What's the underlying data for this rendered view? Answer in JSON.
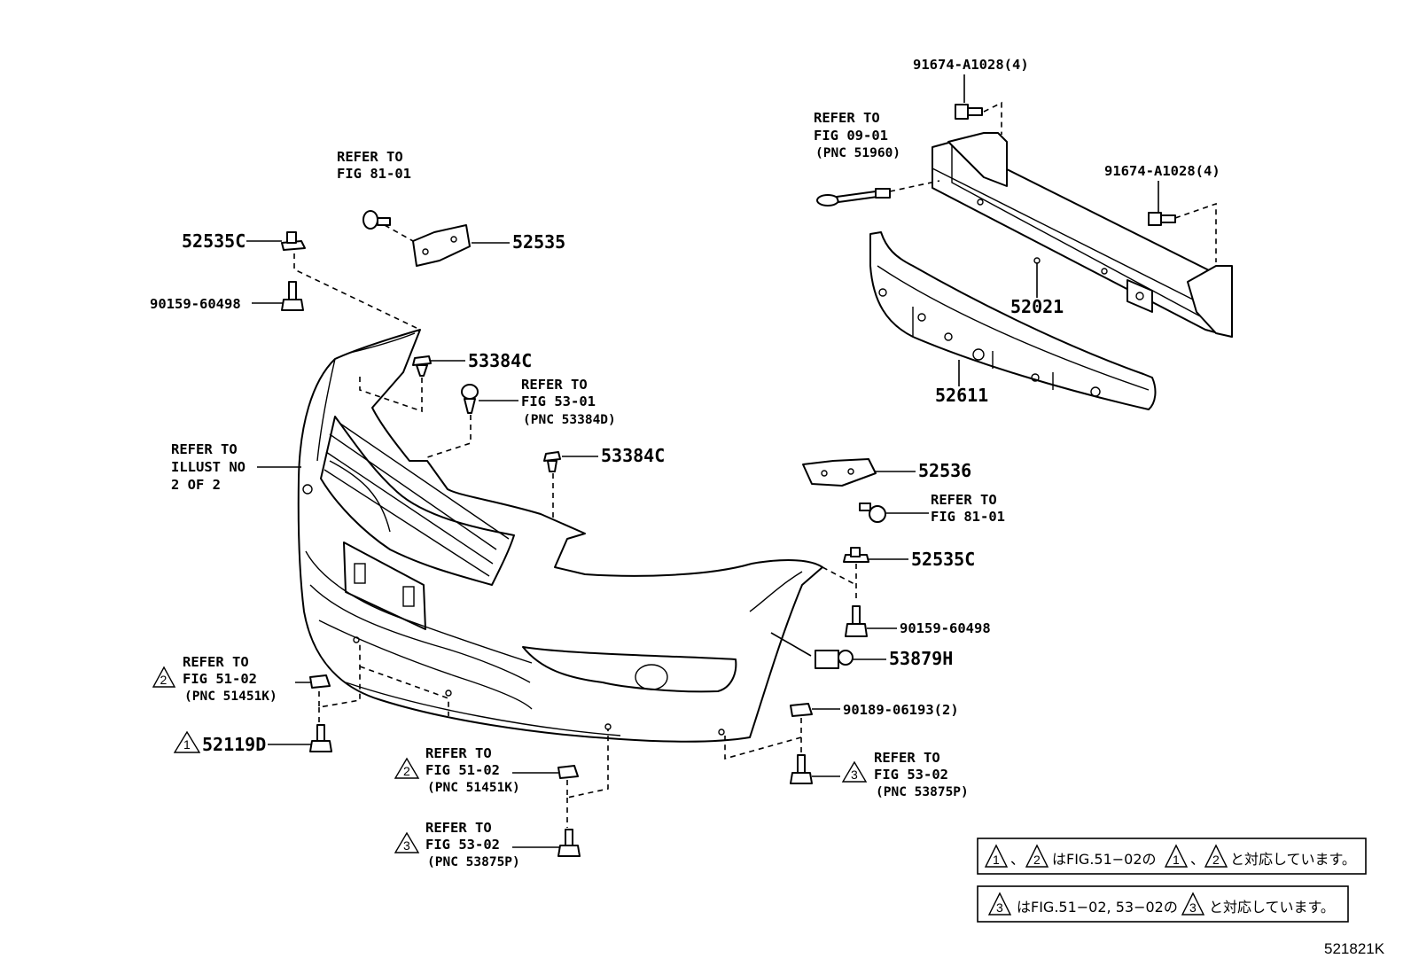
{
  "diagram_id": "521821K",
  "part_labels": {
    "p91674_top": "91674-A1028(4)",
    "p91674_right": "91674-A1028(4)",
    "p52535c_top": "52535C",
    "p52535": "52535",
    "p90159_top": "90159-60498",
    "p53384c_a": "53384C",
    "p53384c_b": "53384C",
    "p52021": "52021",
    "p52611": "52611",
    "p52536": "52536",
    "p52535c_right": "52535C",
    "p90159_right": "90159-60498",
    "p53879h": "53879H",
    "p90189": "90189-06193(2)",
    "p52119d": "52119D"
  },
  "refs": {
    "fig0901": {
      "l1": "REFER TO",
      "l2": "FIG 09-01",
      "l3": "(PNC 51960)"
    },
    "fig8101_top": {
      "l1": "REFER TO",
      "l2": "FIG 81-01"
    },
    "fig5301_top": {
      "l1": "REFER TO",
      "l2": "FIG 53-01",
      "l3": "(PNC 53384D)"
    },
    "illust": {
      "l1": "REFER TO",
      "l2": "ILLUST NO",
      "l3": "2 OF 2"
    },
    "fig8101_right": {
      "l1": "REFER TO",
      "l2": "FIG 81-01"
    },
    "fig5102_left": {
      "l1": "REFER TO",
      "l2": "FIG 51-02",
      "l3": "(PNC 51451K)"
    },
    "fig5102_mid": {
      "l1": "REFER TO",
      "l2": "FIG 51-02",
      "l3": "(PNC 51451K)"
    },
    "fig5302_mid": {
      "l1": "REFER TO",
      "l2": "FIG 53-02",
      "l3": "(PNC 53875P)"
    },
    "fig5302_right": {
      "l1": "REFER TO",
      "l2": "FIG 53-02",
      "l3": "(PNC 53875P)"
    }
  },
  "markers": {
    "one": "1",
    "two": "2",
    "three": "3"
  },
  "notes": {
    "note1": {
      "sep": "、",
      "mid": "はFIG.51−02の",
      "end": "と対応しています。"
    },
    "note2": {
      "mid": "はFIG.51−02, 53−02の",
      "end": "と対応しています。"
    }
  }
}
